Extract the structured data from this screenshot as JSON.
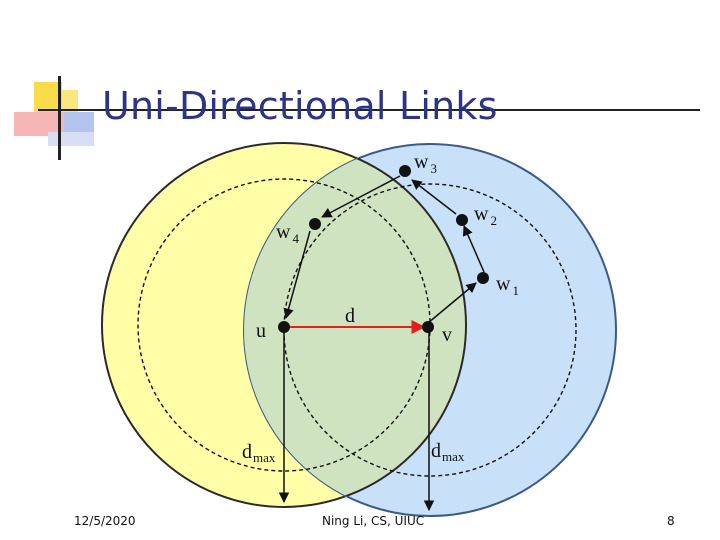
{
  "slide": {
    "title": "Uni-Directional Links",
    "footer": {
      "date": "12/5/2020",
      "center": "Ning Li, CS, UIUC",
      "page": "8"
    }
  },
  "diagram": {
    "nodes": {
      "u": "u",
      "v": "v",
      "w1": {
        "base": "w",
        "sub": "1"
      },
      "w2": {
        "base": "w",
        "sub": "2"
      },
      "w3": {
        "base": "w",
        "sub": "3"
      },
      "w4": {
        "base": "w",
        "sub": "4"
      }
    },
    "edge_label": "d",
    "radius_labels": {
      "u": {
        "base": "d",
        "sub": "max"
      },
      "v": {
        "base": "d",
        "sub": "max"
      }
    },
    "colors": {
      "u_range_fill": "#ffffa8",
      "v_range_fill": "#c8e0f8",
      "overlap_fill": "#cfe3c0",
      "u_range_stroke": "#2a2a2a",
      "v_range_stroke": "#3c5a86",
      "edge": "#e0201a",
      "title": "#2b3487",
      "deco_yellow": "#f9dc4a",
      "deco_pink": "#f7b6b6",
      "deco_blue": "#b3c5ef"
    }
  }
}
